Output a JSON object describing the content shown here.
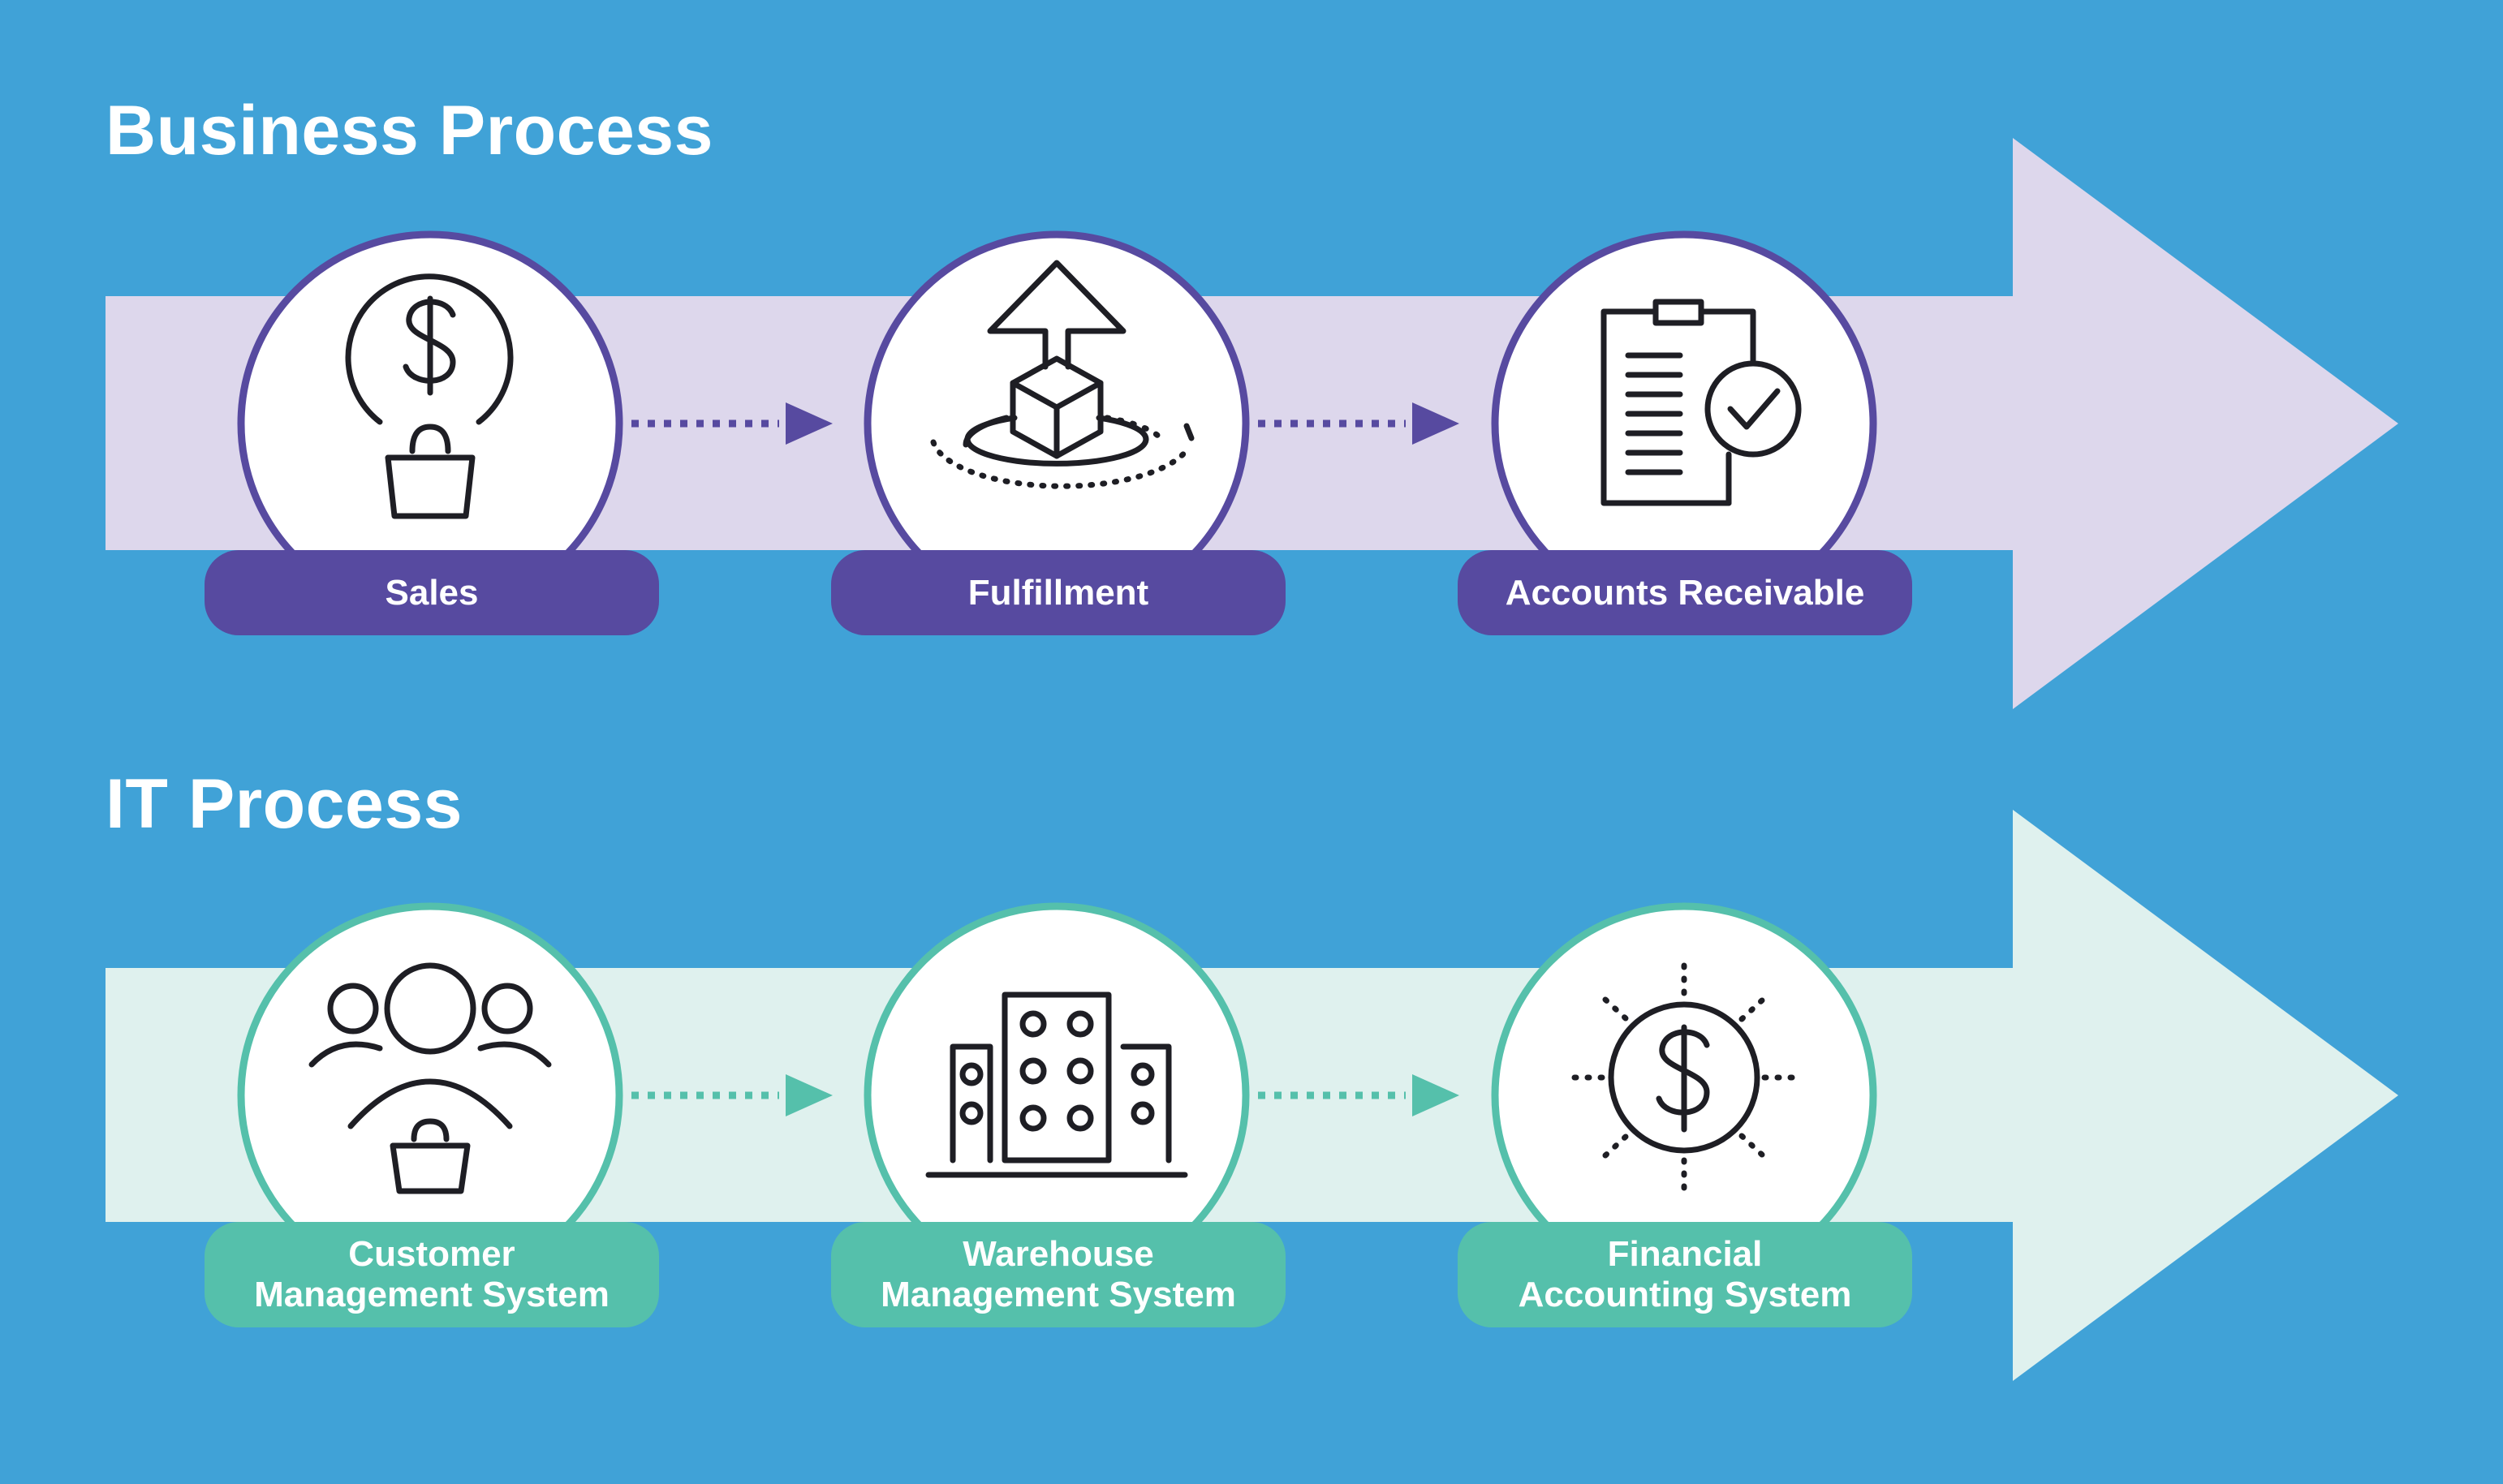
{
  "colors": {
    "background": "#40a2d7",
    "business_accent": "#574aa0",
    "business_band": "#ddd7ec",
    "it_accent": "#55c0ab",
    "it_band": "#dff1ee",
    "icon_stroke": "#1e1e24"
  },
  "business": {
    "title": "Business Process",
    "steps": [
      {
        "label": "Sales",
        "icon": "dollar-bag-icon"
      },
      {
        "label": "Fulfillment",
        "icon": "box-upload-icon"
      },
      {
        "label": "Accounts Receivable",
        "icon": "clipboard-check-icon"
      }
    ]
  },
  "it": {
    "title": "IT Process",
    "steps": [
      {
        "label": "Customer\nManagement System",
        "icon": "people-bag-icon"
      },
      {
        "label": "Warehouse\nManagement System",
        "icon": "warehouse-building-icon"
      },
      {
        "label": "Financial\nAccounting System",
        "icon": "dollar-sun-icon"
      }
    ]
  }
}
